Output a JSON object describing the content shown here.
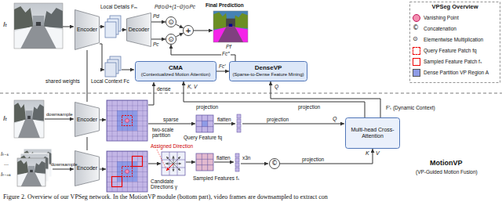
{
  "diagram": {
    "caption": "Figure 2. Overview of our VPSeg network. In the MotionVP module (bottom part), video frames are downsampled to extract con",
    "nodes": [
      {
        "text": [
          "Encoder"
        ]
      },
      {
        "text": [
          "Decoder"
        ]
      },
      {
        "text": [
          "⊙"
        ]
      },
      {
        "text": [
          "⊙"
        ]
      },
      {
        "text": [
          "+"
        ]
      },
      {
        "text": [
          "CMA",
          "(Contextualized Motion Attention)"
        ]
      },
      {
        "text": [
          "DenseVP",
          "(Sparse-to-Dense Feature Mining)"
        ]
      },
      {
        "text": [
          "VPSeg Overview"
        ]
      },
      {
        "text": [
          "Encoder"
        ]
      },
      {
        "text": [
          "Multi-head Cross-Attention"
        ]
      },
      {
        "text": [
          "Encoder"
        ]
      },
      {
        "text": [
          "©"
        ]
      }
    ],
    "edges": [
      {
        "from": 0,
        "to": 8,
        "arrow": "none"
      },
      {
        "from": 8,
        "to": 10,
        "arrow": "none"
      },
      {
        "from": 1,
        "to": 2,
        "arrow": "to",
        "label": "Pd"
      },
      {
        "from": 1,
        "to": 3,
        "arrow": "to",
        "label": "Pc"
      },
      {
        "from": 2,
        "to": 4,
        "arrow": "to"
      },
      {
        "from": 3,
        "to": 4,
        "arrow": "to"
      },
      {
        "from": 6,
        "to": 3,
        "arrow": "to",
        "label": "Fc″"
      },
      {
        "from": 5,
        "to": 6,
        "arrow": "to",
        "label": "Fc′"
      },
      {
        "from": 9,
        "to": 5,
        "arrow": "to",
        "label": "K, V"
      },
      {
        "from": 9,
        "to": 6,
        "arrow": "to",
        "label": "Q"
      },
      {
        "from": 11,
        "to": 9,
        "arrow": "to"
      }
    ],
    "labels": [
      "Iₜ",
      "Local Details Fₘ",
      "Pd⊙Θ+(1−Θ)⊙Pc",
      "Final Prediction",
      "Pf",
      "Local Context Fc",
      "shared weights",
      "©",
      "⊙",
      "Iₜ",
      "downsample",
      "dense",
      "sparse",
      "two-scale partition",
      "Query Feature fq",
      "flatten",
      "projection",
      "Q",
      "projection",
      "projection",
      "F′ₜ (Dynamic Context)",
      "Iₜ₋ₖ",
      "...",
      "Iₜ₋ₙₖ",
      "downsample",
      "Assigned Direction",
      "Candidate Directions γ",
      "Sampled Features fₛ",
      "flatten",
      "x3n",
      "projection",
      "K",
      "V",
      "MotionVP",
      "(VP-Guided Motion Fusion)"
    ],
    "legend": [
      {
        "text": "Vanishing Point",
        "color": "#f48fb1"
      },
      {
        "text": "Concatenation"
      },
      {
        "text": "Elementwise Multiplication"
      },
      {
        "text": "Query Feature Patch fq"
      },
      {
        "text": "Sampled Feature Patch fₛ"
      },
      {
        "text": "Dense Partition VP Region A",
        "color": "#8e9be6"
      }
    ]
  }
}
